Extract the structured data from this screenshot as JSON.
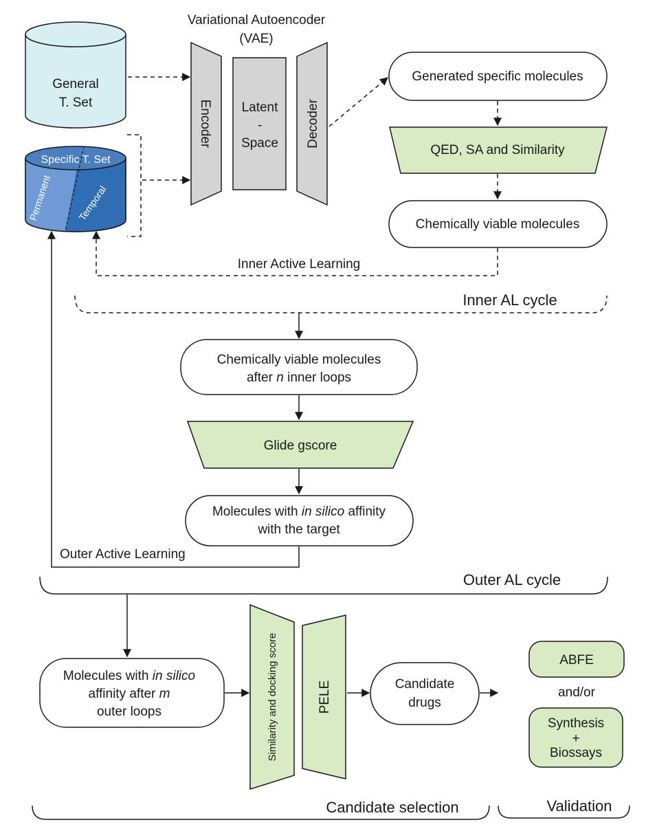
{
  "vae": {
    "title_line1": "Variational Autoencoder",
    "title_line2": "(VAE)",
    "encoder": "Encoder",
    "latent_line1": "Latent",
    "latent_line2": "-",
    "latent_line3": "Space",
    "decoder": "Decoder"
  },
  "general_set": {
    "line1": "General",
    "line2": "T. Set"
  },
  "specific_set": {
    "title": "Specific T. Set",
    "permanent": "Permanent",
    "temporal": "Temporal"
  },
  "inner": {
    "generated": "Generated specific molecules",
    "filter": "QED, SA and Similarity",
    "viable": "Chemically viable molecules",
    "feedback_label": "Inner Active Learning",
    "cycle_label": "Inner AL cycle"
  },
  "outer": {
    "viable_line1": "Chemically viable molecules",
    "viable_line2_pre": "after ",
    "viable_line2_ital": "n",
    "viable_line2_post": " inner loops",
    "filter": "Glide gscore",
    "affinity_line1_pre": "Molecules with ",
    "affinity_line1_ital": "in silico",
    "affinity_line1_post": " affinity",
    "affinity_line2": "with the target",
    "feedback_label": "Outer Active Learning",
    "cycle_label": "Outer AL cycle"
  },
  "selection": {
    "input_line1_pre": "Molecules with ",
    "input_line1_ital": "in silico",
    "input_line2_pre": "affinity after ",
    "input_line2_ital": "m",
    "input_line3": "outer loops",
    "filter1": "Similarity and docking score",
    "filter2": "PELE",
    "candidates_line1": "Candidate",
    "candidates_line2": "drugs",
    "section_label": "Candidate selection"
  },
  "validation": {
    "abfe": "ABFE",
    "andor": "and/or",
    "synth_line1": "Synthesis",
    "synth_line2": "+",
    "synth_line3": "Biossays",
    "section_label": "Validation"
  },
  "colors": {
    "general_set": "#d7eef3",
    "specific_top": "#4a7ebf",
    "specific_permanent": "#6f9ad6",
    "specific_temporal": "#2f6db4",
    "filter_green": "#d9ebc5",
    "vae_gray": "#d4d4d4"
  }
}
